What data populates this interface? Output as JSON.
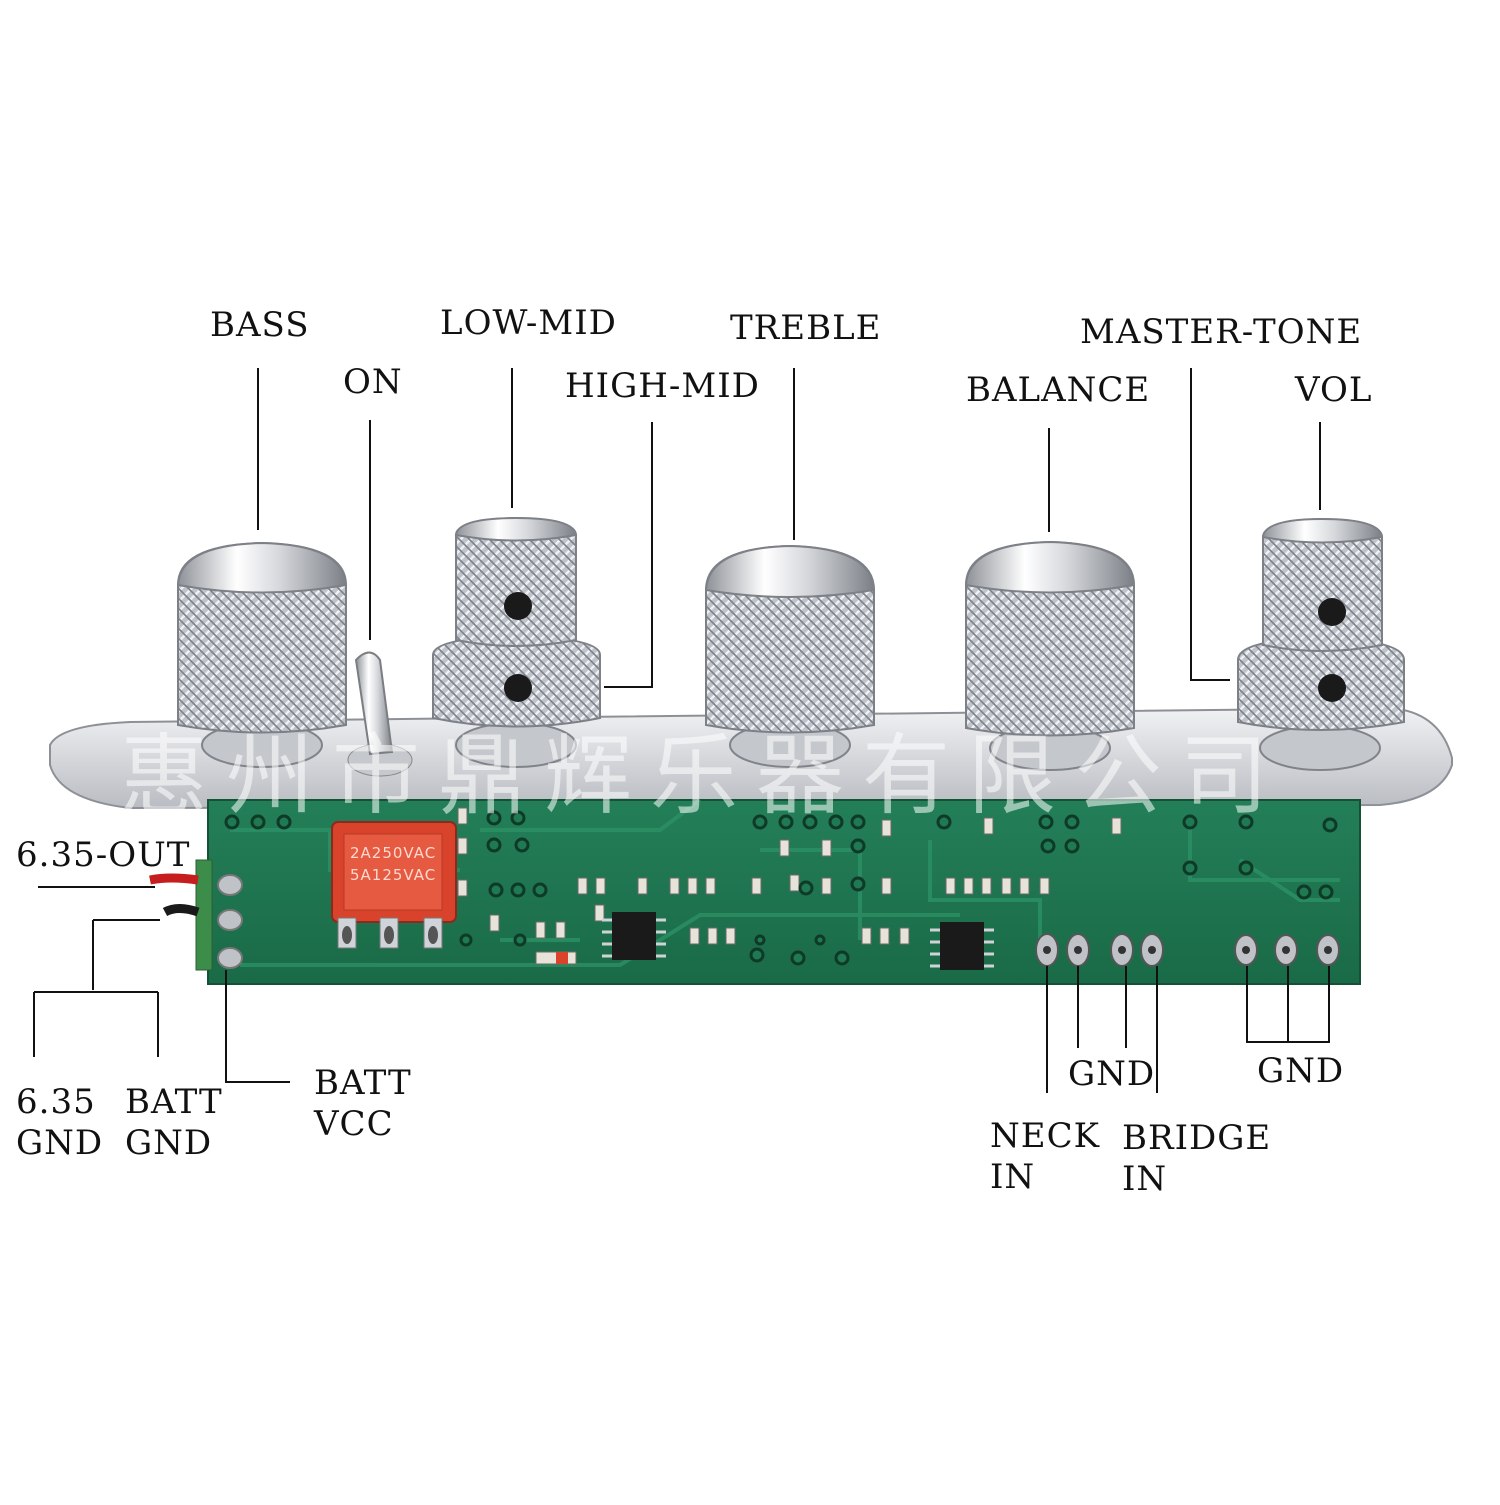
{
  "labels": {
    "bass": "BASS",
    "on": "ON",
    "low_mid": "LOW-MID",
    "high_mid": "HIGH-MID",
    "treble": "TREBLE",
    "master_tone": "MASTER-TONE",
    "balance": "BALANCE",
    "vol": "VOL",
    "out": "6.35-OUT",
    "gnd_635": "6.35\nGND",
    "batt_gnd": "BATT\nGND",
    "batt_vcc": "BATT\nVCC",
    "neck_in": "NECK\nIN",
    "gnd_mid": "GND",
    "bridge_in": "BRIDGE\nIN",
    "gnd_right": "GND"
  },
  "switch": {
    "rating_1": "2A250VAC",
    "rating_2": "5A125VAC"
  },
  "watermark": "惠州市鼎辉乐器有限公司",
  "colors": {
    "pcb": "#1f7a52",
    "plate": "#d9dbe0",
    "switch": "#d9432c",
    "chrome": "#c9ccd2"
  }
}
